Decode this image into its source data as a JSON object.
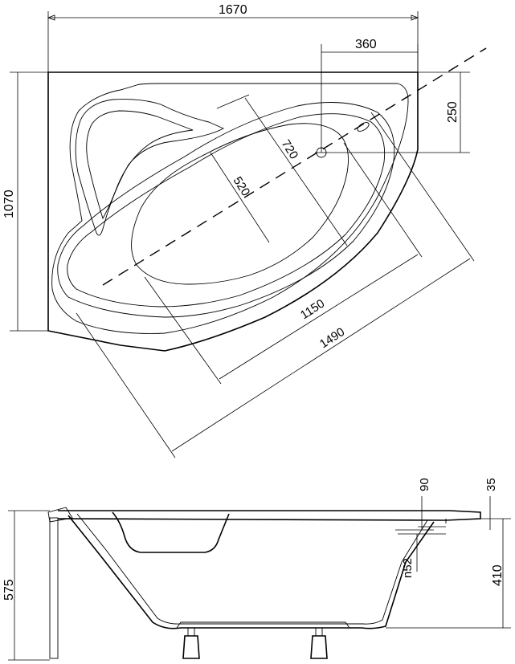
{
  "top_view": {
    "dims": {
      "overall_width": "1670",
      "drain_offset_x": "360",
      "drain_offset_y": "250",
      "overall_depth": "1070",
      "inner_width_short": "720",
      "inner_width_narrow": "520",
      "inner_length": "1150",
      "outer_length": "1490"
    }
  },
  "side_view": {
    "dims": {
      "total_height": "575",
      "rim_to_overflow": "90",
      "rim_thickness": "35",
      "overflow_diameter": "n52",
      "inner_depth": "410"
    }
  }
}
